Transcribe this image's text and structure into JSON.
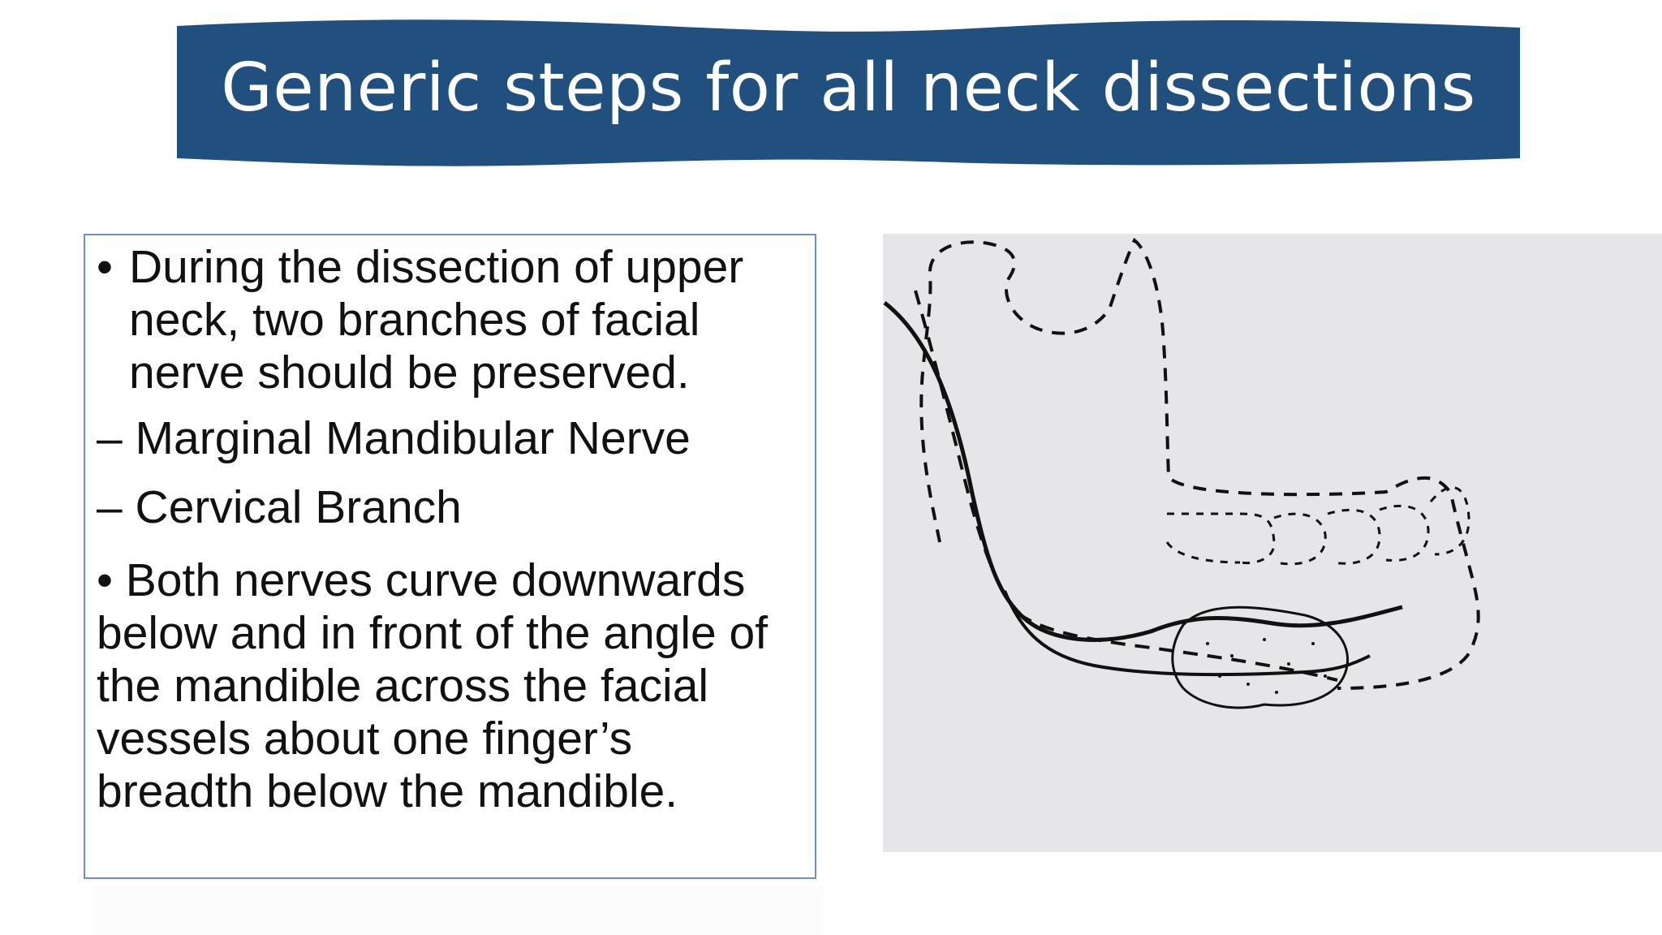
{
  "slide": {
    "title": "Generic steps for all neck dissections",
    "colors": {
      "banner": "#21507f",
      "box_border": "#6f8fc7",
      "figure_bg": "#e6e6e8"
    }
  },
  "content": {
    "bullet_1": {
      "mark": "•",
      "lines": [
        "During the dissection of upper",
        "neck, two branches of facial",
        "nerve should be preserved."
      ]
    },
    "sub_1": "– Marginal Mandibular Nerve",
    "sub_2": "– Cervical Branch",
    "bullet_2": {
      "lines": [
        "• Both nerves curve downwards",
        "below and in front of the angle of",
        "the mandible across the facial",
        "vessels about one finger’s",
        "breadth below the mandible."
      ]
    }
  }
}
